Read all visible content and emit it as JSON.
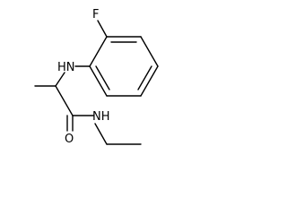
{
  "molecule": {
    "atoms": {
      "fluorine": "F",
      "amine_nh": "HN",
      "amide_nh": "NH",
      "carbonyl_o": "O"
    }
  }
}
